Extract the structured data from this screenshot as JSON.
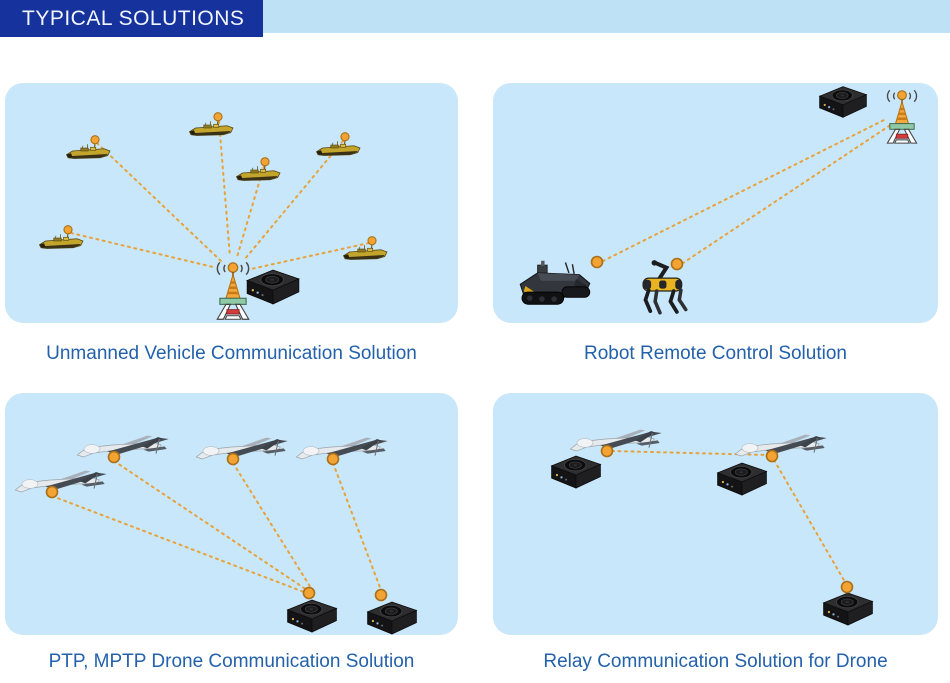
{
  "header": {
    "title": "TYPICAL SOLUTIONS"
  },
  "colors": {
    "header_bg": "#16339D",
    "header_text": "#F2F6FF",
    "strip_bg": "#BEE1F6",
    "panel_bg": "#C9E7FA",
    "caption_text": "#2361AB",
    "link_orange": "#E7A23C",
    "node_fill": "#F2A331",
    "node_stroke": "#A96F1A"
  },
  "panels": [
    {
      "id": "unmanned-vehicle",
      "caption": "Unmanned Vehicle Communication Solution",
      "icons": [
        {
          "name": "usv-boat-icon",
          "count": 6
        },
        {
          "name": "antenna-tower-icon",
          "count": 1
        },
        {
          "name": "radio-unit-icon",
          "count": 1
        },
        {
          "name": "comm-link-line",
          "count": 6
        }
      ]
    },
    {
      "id": "robot-remote-control",
      "caption": "Robot Remote Control Solution",
      "icons": [
        {
          "name": "tracked-robot-icon",
          "count": 1
        },
        {
          "name": "quadruped-robot-icon",
          "count": 1
        },
        {
          "name": "antenna-tower-icon",
          "count": 1
        },
        {
          "name": "radio-unit-icon",
          "count": 1
        },
        {
          "name": "node-dot-icon",
          "count": 2
        },
        {
          "name": "comm-link-line",
          "count": 2
        }
      ]
    },
    {
      "id": "ptp-mptp-drone",
      "caption": "PTP, MPTP Drone Communication Solution",
      "icons": [
        {
          "name": "fixed-wing-drone-icon",
          "count": 4
        },
        {
          "name": "radio-unit-icon",
          "count": 2
        },
        {
          "name": "node-dot-icon",
          "count": 6
        },
        {
          "name": "comm-link-line",
          "count": 4
        }
      ]
    },
    {
      "id": "relay-drone",
      "caption": "Relay Communication Solution for Drone",
      "icons": [
        {
          "name": "fixed-wing-drone-icon",
          "count": 2
        },
        {
          "name": "radio-unit-icon",
          "count": 3
        },
        {
          "name": "node-dot-icon",
          "count": 3
        },
        {
          "name": "comm-link-line",
          "count": 2
        }
      ]
    }
  ]
}
